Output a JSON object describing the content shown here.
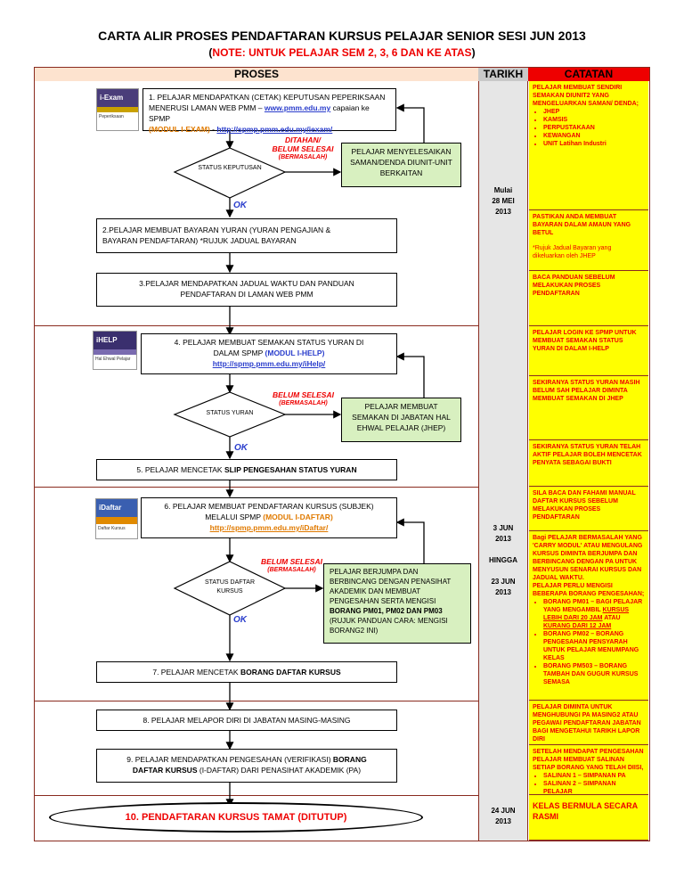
{
  "title": "CARTA ALIR PROSES PENDAFTARAN KURSUS PELAJAR SENIOR SESI JUN 2013",
  "subtitle_open": "(",
  "subtitle_text": "NOTE: UNTUK PELAJAR SEM 2, 3, 6 DAN KE ATAS",
  "subtitle_close": ")",
  "headers": {
    "proses": "PROSES",
    "tarikh": "TARIKH",
    "catatan": "CATATAN"
  },
  "logos": {
    "iexam": {
      "name": "i-Exam",
      "caption": "Peperiksaan"
    },
    "ihelp": {
      "name": "iHELP",
      "caption": "Hal Ehwal Pelajar"
    },
    "idaftar": {
      "name": "iDaftar",
      "caption": "Daftar Kursus"
    }
  },
  "steps": {
    "s1_line1": "1. PELAJAR MENDAPATKAN (CETAK) KEPUTUSAN PEPERIKSAAN",
    "s1_line2a": "MENERUSI LAMAN WEB PMM –",
    "s1_link1": "www.pmm.edu.my",
    "s1_line2b": "capaian ke SPMP",
    "s1_mod": "(MODUL I-EXAM)",
    "s1_dash": "-",
    "s1_link2": "http://spmp.pmm.edu.my/iexam/",
    "s2_line1": "2.PELAJAR MEMBUAT BAYARAN YURAN (YURAN PENGAJIAN &",
    "s2_line2": "BAYARAN PENDAFTARAN) *RUJUK JADUAL BAYARAN",
    "s3_line1": "3.PELAJAR MENDAPATKAN JADUAL WAKTU DAN PANDUAN",
    "s3_line2": "PENDAFTARAN DI LAMAN WEB PMM",
    "s4_line1": "4. PELAJAR MEMBUAT SEMAKAN STATUS YURAN DI",
    "s4_line2a": "DALAM SPMP",
    "s4_mod": "(MODUL I-HELP)",
    "s4_link": "http://spmp.pmm.edu.my/iHelp/",
    "s5_a": "5. PELAJAR MENCETAK",
    "s5_b": "SLIP PENGESAHAN STATUS YURAN",
    "s6_line1": "6. PELAJAR MEMBUAT PENDAFTARAN KURSUS (SUBJEK)",
    "s6_line2a": "MELALUI SPMP",
    "s6_mod": "(MODUL I-DAFTAR)",
    "s6_link": "http://spmp.pmm.edu.my/iDaftar/",
    "s7_a": "7. PELAJAR MENCETAK",
    "s7_b": "BORANG DAFTAR KURSUS",
    "s8": "8. PELAJAR MELAPOR DIRI DI JABATAN MASING-MASING",
    "s9_a": "9. PELAJAR MENDAPATKAN PENGESAHAN (VERIFIKASI)",
    "s9_b": "BORANG",
    "s9_c": "DAFTAR KURSUS",
    "s9_d": "(I-DAFTAR) DARI PENASIHAT AKADEMIK (PA)",
    "s10": "10. PENDAFTARAN KURSUS TAMAT (DITUTUP)"
  },
  "decisions": {
    "d1": "STATUS KEPUTUSAN",
    "d2": "STATUS YURAN",
    "d3": "STATUS DAFTAR KURSUS"
  },
  "labels": {
    "d1_a": "DITAHAN/",
    "d1_b": "BELUM SELESAI",
    "d1_c": "(BERMASALAH)",
    "d2_a": "BELUM SELESAI",
    "d2_b": "(BERMASALAH)",
    "d3_a": "BELUM SELESAI",
    "d3_b": "(BERMASALAH)",
    "ok": "OK"
  },
  "side_boxes": {
    "g1": "PELAJAR MENYELESAIKAN SAMAN/DENDA DIUNIT-UNIT BERKAITAN",
    "g2": "PELAJAR MEMBUAT SEMAKAN DI JABATAN HAL EHWAL PELAJAR (JHEP)",
    "g3_a": "PELAJAR BERJUMPA DAN BERBINCANG DENGAN PENASIHAT AKADEMIK DAN MEMBUAT PENGESAHAN SERTA MENGISI",
    "g3_b": "BORANG PM01, PM02 DAN PM03",
    "g3_c": "(RUJUK PANDUAN CARA: MENGISI BORANG2 INI)"
  },
  "dates": {
    "d1_a": "Mulai",
    "d1_b": "28 MEI",
    "d1_c": "2013",
    "d2_a": "3 JUN",
    "d2_b": "2013",
    "d2_c": "HINGGA",
    "d2_d": "23 JUN",
    "d2_e": "2013",
    "d3_a": "24 JUN",
    "d3_b": "2013"
  },
  "catatan": {
    "c1": "PELAJAR MEMBUAT SENDIRI SEMAKAN DIUNIT2 YANG MENGELUARKAN SAMAN/ DENDA;",
    "c1_items": [
      "JHEP",
      "KAMSIS",
      "PERPUSTAKAAN",
      "KEWANGAN",
      "UNIT Latihan Industri"
    ],
    "c2_a": "PASTIKAN ANDA MEMBUAT BAYARAN DALAM AMAUN YANG BETUL",
    "c2_b": "*Rujuk Jadual Bayaran yang dikeluarkan oleh JHEP",
    "c3": "BACA PANDUAN SEBELUM MELAKUKAN PROSES PENDAFTARAN",
    "c4": "PELAJAR LOGIN KE SPMP UNTUK MEMBUAT SEMAKAN STATUS YURAN DI DALAM I-HELP",
    "c5": "SEKIRANYA STATUS YURAN MASIH BELUM SAH PELAJAR DIMINTA MEMBUAT SEMAKAN DI JHEP",
    "c6": "SEKIRANYA STATUS YURAN TELAH AKTIF PELAJAR BOLEH MENCETAK PENYATA SEBAGAI BUKTI",
    "c7": "SILA BACA DAN FAHAMI MANUAL DAFTAR KURSUS SEBELUM MELAKUKAN PROSES PENDAFTARAN",
    "c8_a": "Bagi PELAJAR BERMASALAH YANG 'CARRY MODUL' ATAU MENGULANG KURSUS DIMINTA BERJUMPA DAN BERBINCANG DENGAN PA UNTUK MENYUSUN SENARAI KURSUS DAN JADUAL WAKTU.",
    "c8_b": "PELAJAR PERLU MENGISI BEBERAPA BORANG PENGESAHAN;",
    "c8_i1a": "BORANG PM01 – BAGI PELAJAR YANG MENGAMBIL",
    "c8_i1b": "KURSUS LEBIH DARI 20 JAM",
    "c8_i1c": "ATAU",
    "c8_i1d": "KURANG DARI 12 JAM",
    "c8_i2": "BORANG PM02 – BORANG PENGESAHAN PENSYARAH UNTUK PELAJAR MENUMPANG KELAS",
    "c8_i3": "BORANG PM503 – BORANG TAMBAH DAN GUGUR KURSUS SEMASA",
    "c9": "PELAJAR DIMINTA UNTUK MENGHUBUNGI PA MASING2 ATAU PEGAWAI PENDAFTARAN JABATAN BAGI MENGETAHUI TARIKH LAPOR DIRI",
    "c10_a": "SETELAH MENDAPAT PENGESAHAN PELAJAR MEMBUAT SALINAN SETIAP BORANG YANG TELAH DIISI,",
    "c10_items": [
      "SALINAN 1 – SIMPANAN PA",
      "SALINAN 2 – SIMPANAN PELAJAR"
    ],
    "c11": "KELAS BERMULA SECARA RASMI"
  }
}
